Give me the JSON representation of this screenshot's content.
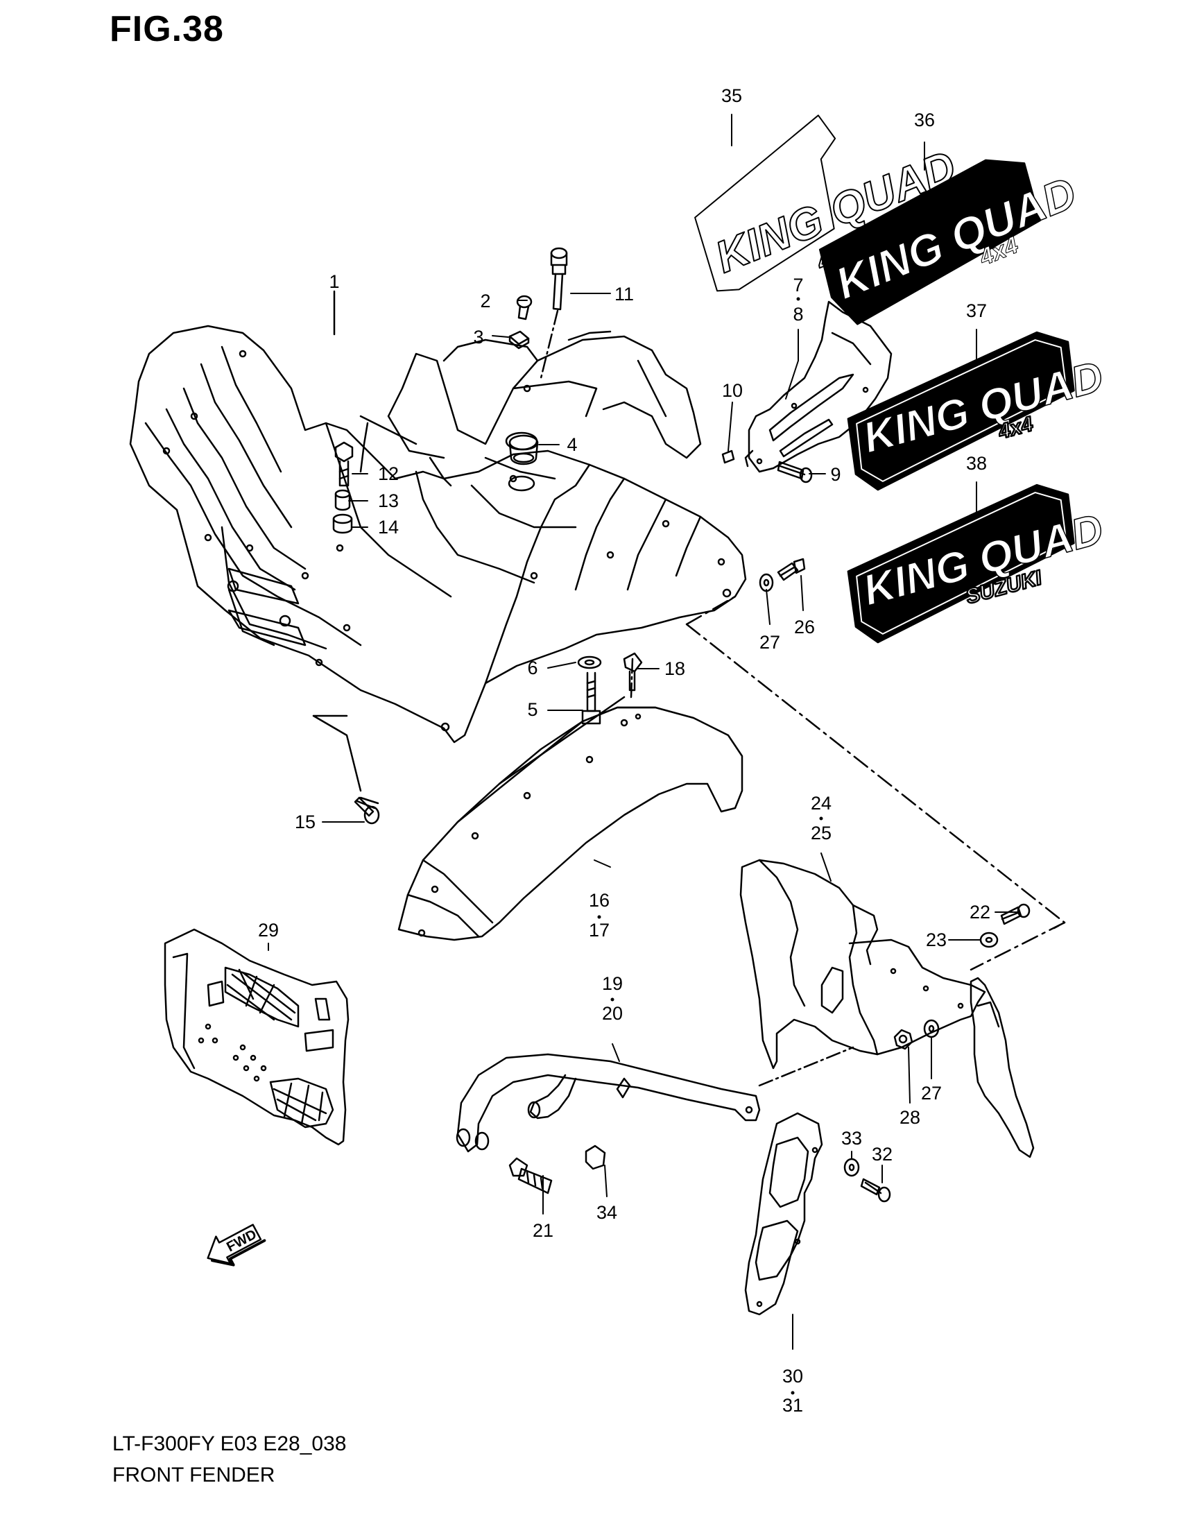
{
  "figure_title": "FIG.38",
  "model_code": "LT-F300FY E03 E28_038",
  "section_name": "FRONT FENDER",
  "decals": {
    "d35": {
      "line1": "KING QUAD",
      "line2": "4x4"
    },
    "d36": {
      "line1": "KING QUAD",
      "line2": "4x4"
    },
    "d37": {
      "line1": "KING QUAD",
      "line2": "4x4"
    },
    "d38": {
      "line1": "KING QUAD",
      "line2": "SUZUKI"
    }
  },
  "fwd_label": "FWD",
  "callouts": {
    "c1": "1",
    "c2": "2",
    "c3": "3",
    "c4": "4",
    "c5": "5",
    "c6": "6",
    "c7": "7",
    "c8": "8",
    "c9": "9",
    "c10": "10",
    "c11": "11",
    "c12": "12",
    "c13": "13",
    "c14": "14",
    "c15": "15",
    "c16": "16",
    "c17": "17",
    "c18": "18",
    "c19": "19",
    "c20": "20",
    "c21": "21",
    "c22": "22",
    "c23": "23",
    "c24": "24",
    "c25": "25",
    "c26": "26",
    "c27a": "27",
    "c27b": "27",
    "c28": "28",
    "c29": "29",
    "c30": "30",
    "c31": "31",
    "c32": "32",
    "c33": "33",
    "c34": "34",
    "c35": "35",
    "c36": "36",
    "c37": "37",
    "c38": "38"
  }
}
